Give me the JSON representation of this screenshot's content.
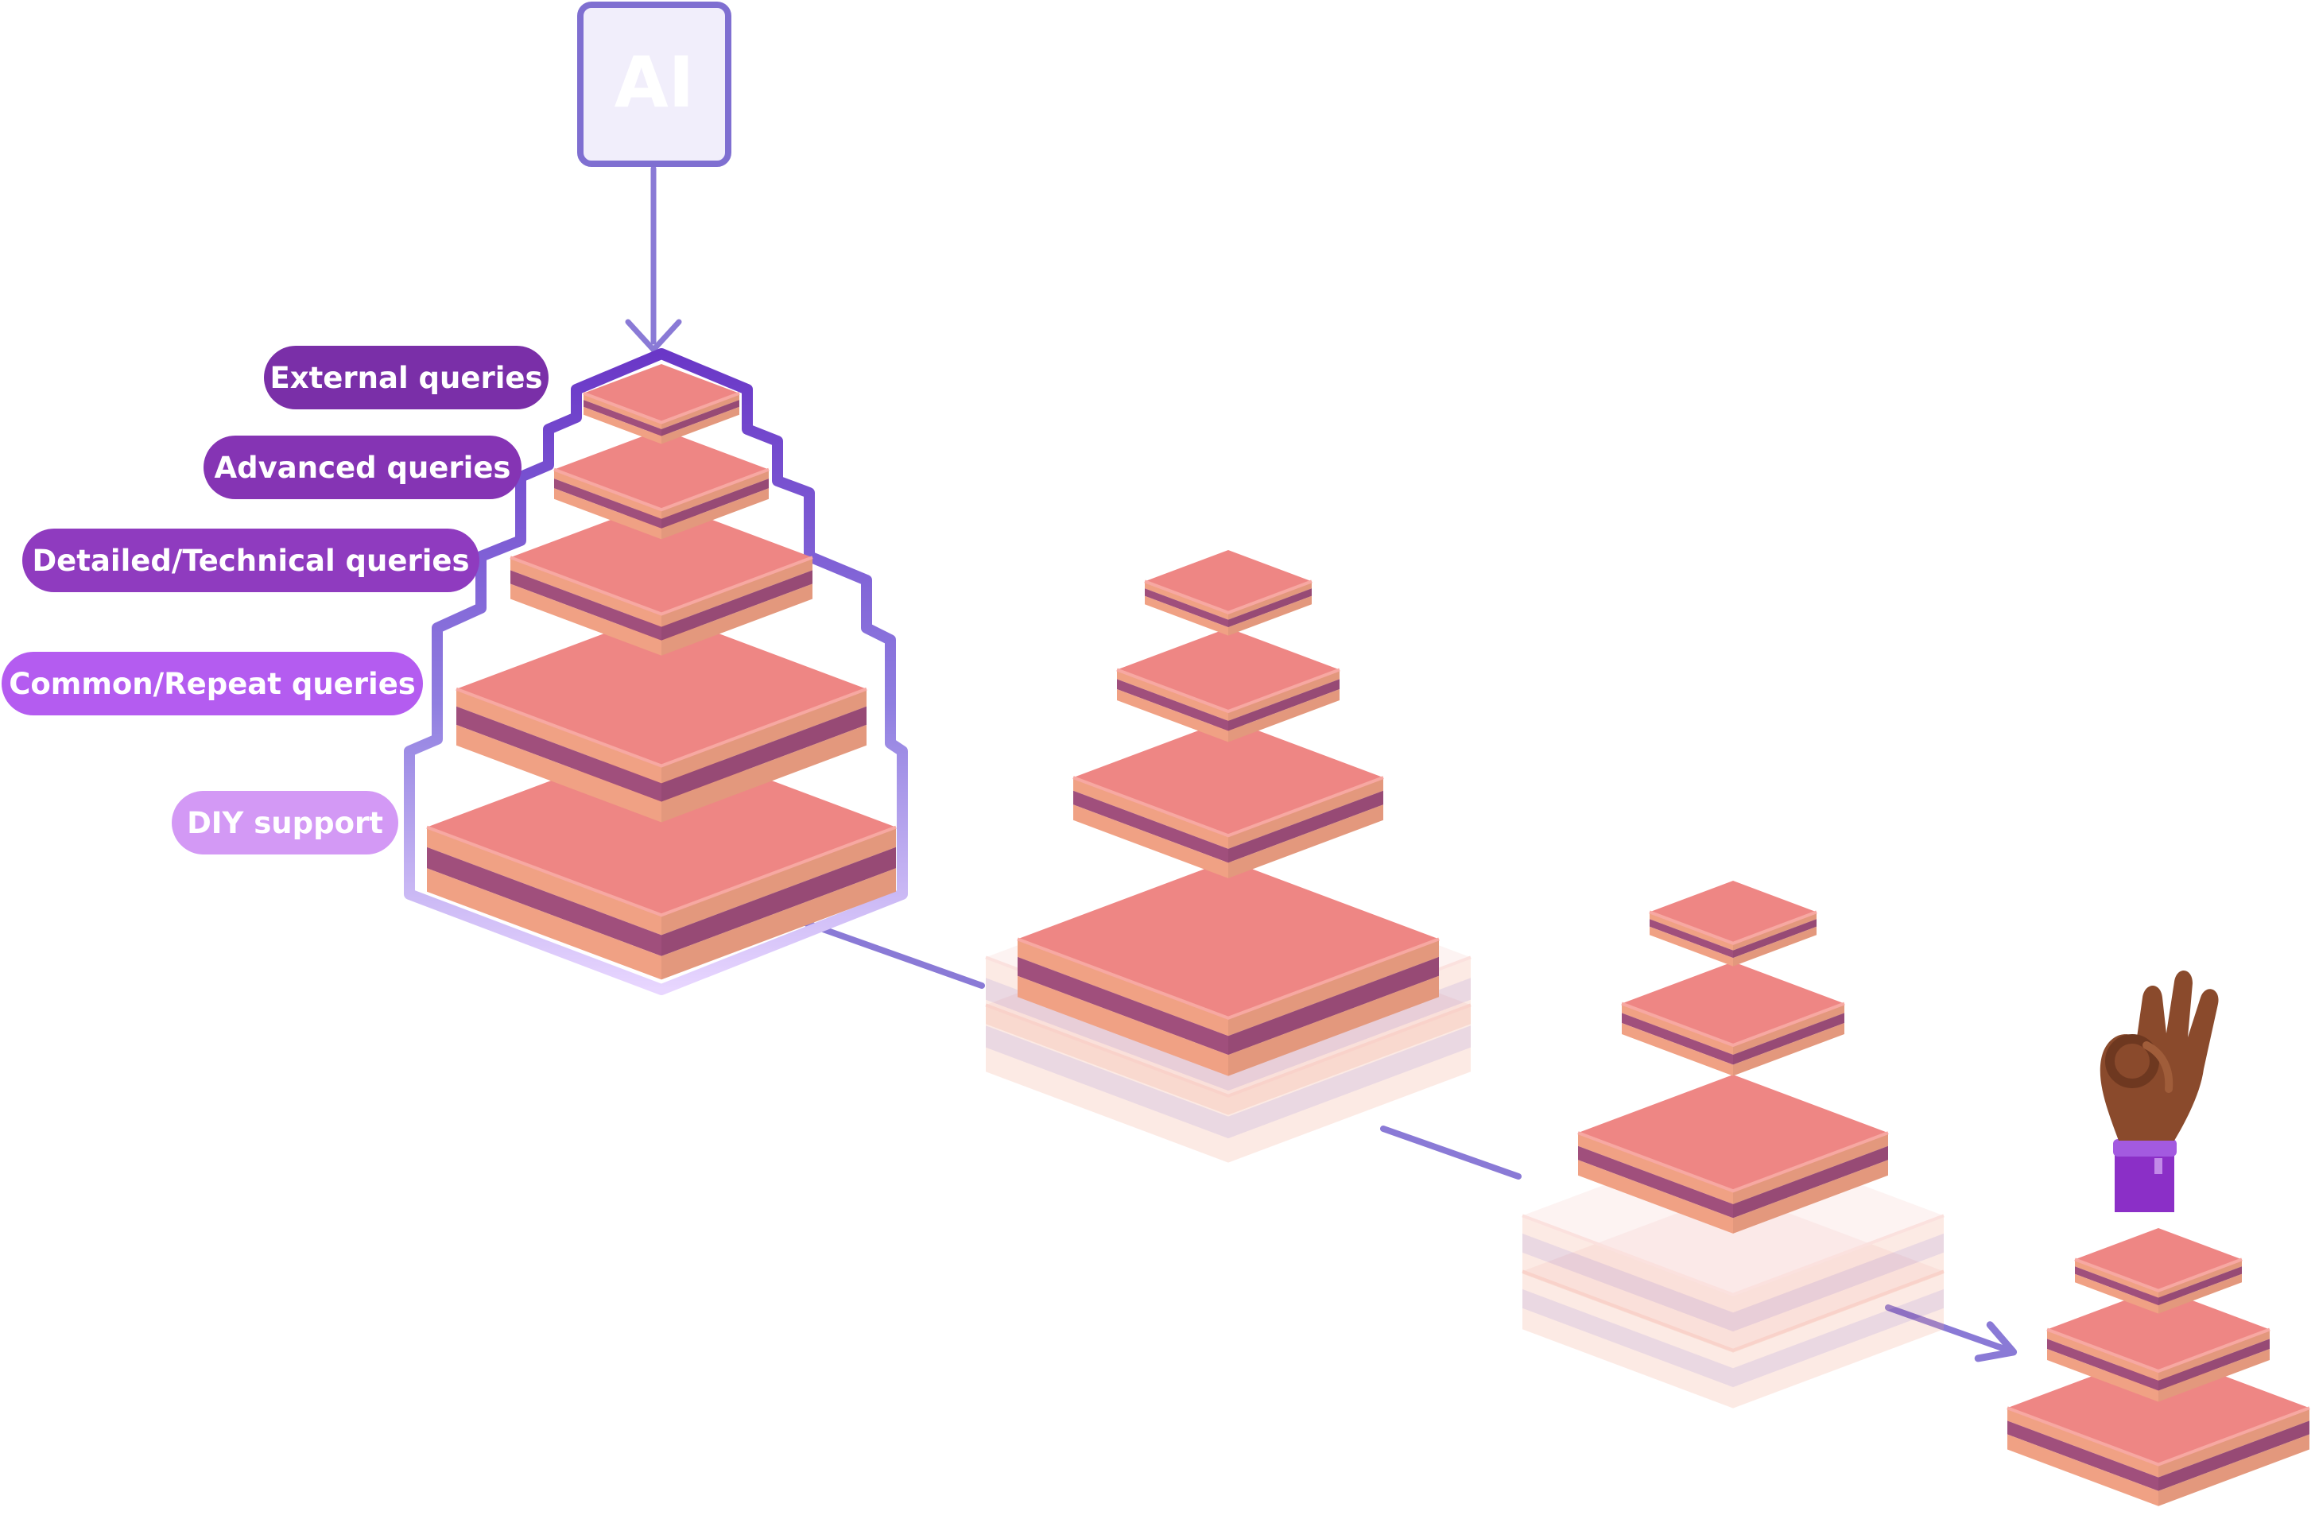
{
  "ai_box": {
    "label": "AI"
  },
  "labels": [
    {
      "text": "External queries",
      "color": "#7a2fa8"
    },
    {
      "text": "Advanced queries",
      "color": "#8534b4"
    },
    {
      "text": "Detailed/Technical queries",
      "color": "#8f3bbf"
    },
    {
      "text": "Common/Repeat queries",
      "color": "#b45cf0"
    },
    {
      "text": "DIY support",
      "color": "#d399f5"
    }
  ],
  "hand": {
    "icon": "ok-hand-icon"
  },
  "colors": {
    "layer_top": "#ee8684",
    "layer_salmon": "#f0a184",
    "layer_purple": "#a04f7c",
    "outline": "#7f6fd1",
    "arrow": "#8a7ad6"
  }
}
